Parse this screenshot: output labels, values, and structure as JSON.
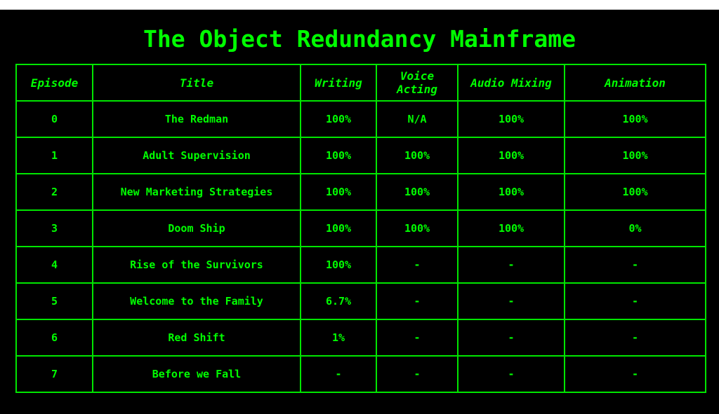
{
  "page": {
    "title": "The Object Redundancy Mainframe"
  },
  "colors": {
    "background": "#000000",
    "accent": "#00ff00",
    "border": "#00e600"
  },
  "table": {
    "headers": [
      "Episode",
      "Title",
      "Writing",
      "Voice Acting",
      "Audio Mixing",
      "Animation"
    ],
    "rows": [
      [
        "0",
        "The Redman",
        "100%",
        "N/A",
        "100%",
        "100%"
      ],
      [
        "1",
        "Adult Supervision",
        "100%",
        "100%",
        "100%",
        "100%"
      ],
      [
        "2",
        "New Marketing Strategies",
        "100%",
        "100%",
        "100%",
        "100%"
      ],
      [
        "3",
        "Doom Ship",
        "100%",
        "100%",
        "100%",
        "0%"
      ],
      [
        "4",
        "Rise of the Survivors",
        "100%",
        "-",
        "-",
        "-"
      ],
      [
        "5",
        "Welcome to the Family",
        "6.7%",
        "-",
        "-",
        "-"
      ],
      [
        "6",
        "Red Shift",
        "1%",
        "-",
        "-",
        "-"
      ],
      [
        "7",
        "Before we Fall",
        "-",
        "-",
        "-",
        "-"
      ]
    ]
  }
}
